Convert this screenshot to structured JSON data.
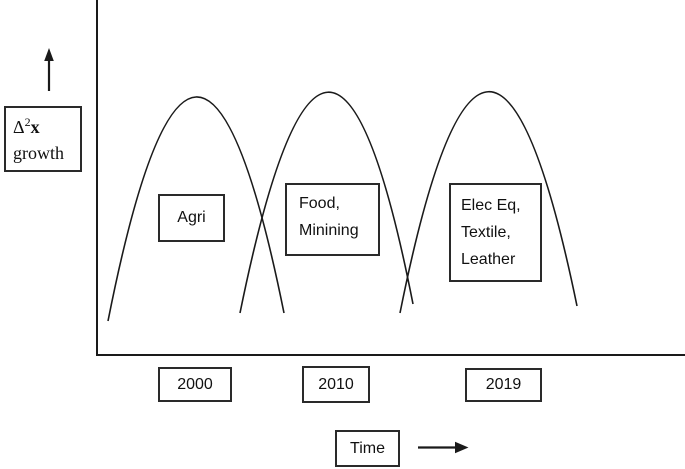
{
  "diagram": {
    "y_axis_box": {
      "formula_delta": "Δ",
      "formula_sup": "2",
      "formula_var": "x",
      "caption": "growth"
    },
    "waves": [
      {
        "label_lines": [
          "Agri"
        ],
        "year": "2000"
      },
      {
        "label_lines": [
          "Food,",
          "Minining"
        ],
        "year": "2010"
      },
      {
        "label_lines": [
          "Elec Eq,",
          "Textile,",
          "Leather"
        ],
        "year": "2019"
      }
    ],
    "time_label": "Time",
    "colors": {
      "ink": "#1a1a1a",
      "background": "#ffffff"
    }
  }
}
